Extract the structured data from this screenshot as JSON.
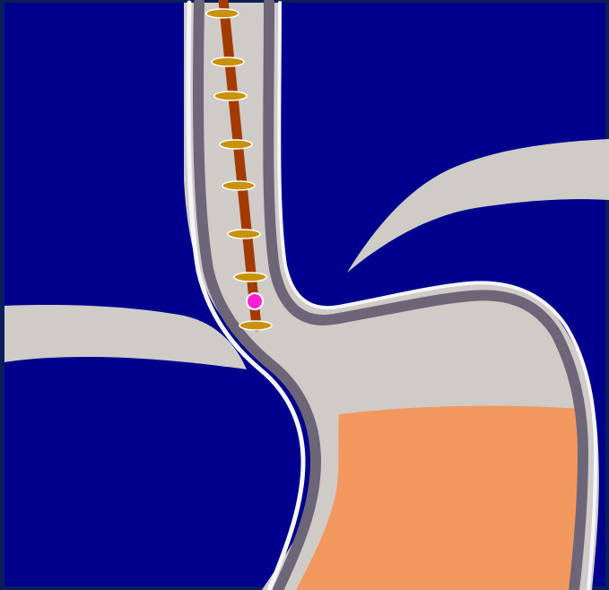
{
  "colors": {
    "frame": "#0a1f5a",
    "background": "#00008c",
    "tissue_fill": "#cfcbc7",
    "wall_dark": "#6d6578",
    "wall_highlight": "#f4f4fa",
    "stomach_contents": "#f2985f",
    "catheter": "#a33a00",
    "sensor_fill": "#c8920a",
    "sensor_outline": "#ffffff",
    "tip_marker": "#ff1fd6"
  },
  "icons": {
    "catheter": "catheter-line",
    "sensor": "sensor-ring-icon",
    "tip": "catheter-tip-dot-icon"
  },
  "catheter": {
    "sensor_count": 8,
    "tip_marker_count": 1
  }
}
